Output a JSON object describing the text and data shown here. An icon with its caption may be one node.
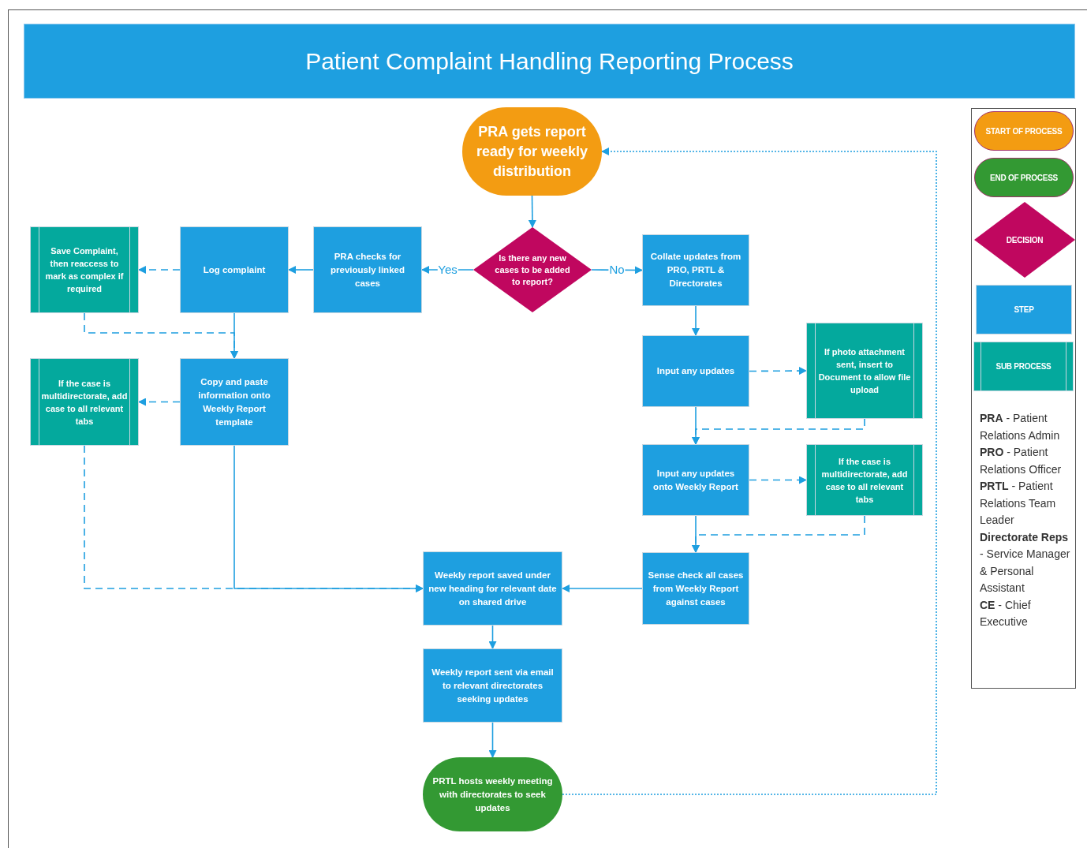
{
  "diagram": {
    "title": "Patient Complaint Handling Reporting Process",
    "nodes": [
      {
        "text": [
          "PRA gets report ready for weekly distribution"
        ]
      },
      {
        "text": [
          "Is there any new cases to be added to report?"
        ]
      },
      {
        "text": [
          "PRA checks for previously linked cases"
        ]
      },
      {
        "text": [
          "Log complaint"
        ]
      },
      {
        "text": [
          "Save Complaint, then reaccess to mark as complex if required"
        ]
      },
      {
        "text": [
          "Copy and paste information onto Weekly Report template"
        ]
      },
      {
        "text": [
          "If the case is multidirectorate, add case to all relevant tabs"
        ]
      },
      {
        "text": [
          "Collate updates from PRO, PRTL & Directorates"
        ]
      },
      {
        "text": [
          "Input any updates"
        ]
      },
      {
        "text": [
          "If photo attachment sent, insert to Document to allow file upload"
        ]
      },
      {
        "text": [
          "Input any updates onto Weekly Report"
        ]
      },
      {
        "text": [
          "If the case is multidirectorate, add case to all relevant tabs"
        ]
      },
      {
        "text": [
          "Sense check all cases from Weekly Report against cases"
        ]
      },
      {
        "text": [
          "Weekly report saved under new heading for relevant date on shared drive"
        ]
      },
      {
        "text": [
          "Weekly report sent via email to relevant directorates seeking updates"
        ]
      },
      {
        "text": [
          "PRTL hosts weekly meeting with directorates to seek updates"
        ]
      }
    ],
    "edges": [
      {
        "from": 0,
        "to": 1,
        "arrow": "to"
      },
      {
        "from": 1,
        "to": 2,
        "arrow": "to",
        "label": "Yes"
      },
      {
        "from": 1,
        "to": 7,
        "arrow": "to",
        "label": "No"
      },
      {
        "from": 2,
        "to": 3,
        "arrow": "to"
      },
      {
        "from": 3,
        "to": 4,
        "arrow": "to",
        "style": "dashed"
      },
      {
        "from": 3,
        "to": 5,
        "arrow": "to"
      },
      {
        "from": 4,
        "to": 5,
        "arrow": "to",
        "style": "dashed"
      },
      {
        "from": 5,
        "to": 6,
        "arrow": "to",
        "style": "dashed"
      },
      {
        "from": 6,
        "to": 13,
        "arrow": "to",
        "style": "dashed"
      },
      {
        "from": 5,
        "to": 13,
        "arrow": "to"
      },
      {
        "from": 7,
        "to": 8,
        "arrow": "to"
      },
      {
        "from": 8,
        "to": 9,
        "arrow": "to",
        "style": "dashed"
      },
      {
        "from": 9,
        "to": 10,
        "arrow": "to",
        "style": "dashed"
      },
      {
        "from": 8,
        "to": 10,
        "arrow": "to"
      },
      {
        "from": 10,
        "to": 11,
        "arrow": "to",
        "style": "dashed"
      },
      {
        "from": 11,
        "to": 12,
        "arrow": "to",
        "style": "dashed"
      },
      {
        "from": 10,
        "to": 12,
        "arrow": "to"
      },
      {
        "from": 12,
        "to": 13,
        "arrow": "to"
      },
      {
        "from": 13,
        "to": 14,
        "arrow": "to"
      },
      {
        "from": 14,
        "to": 15,
        "arrow": "to"
      },
      {
        "from": 15,
        "to": 0,
        "arrow": "to",
        "style": "dashed"
      }
    ],
    "labels": [
      "**PRA** - Patient Relations Admin",
      "**PRO** - Patient Relations Officer",
      "**PRTL** - Patient Relations Team Leader",
      "**Directorate Reps** - Service Manager & Personal Assistant",
      "**CE** - Chief Executive"
    ],
    "legend": [
      {
        "text": "START OF PROCESS",
        "color": "#f39c12"
      },
      {
        "text": "END OF PROCESS",
        "color": "#339933"
      },
      {
        "text": "DECISION",
        "color": "#c0075f"
      },
      {
        "text": "STEP",
        "color": "#1e9fe0"
      },
      {
        "text": "SUB PROCESS",
        "color": "#04a99d"
      }
    ]
  }
}
